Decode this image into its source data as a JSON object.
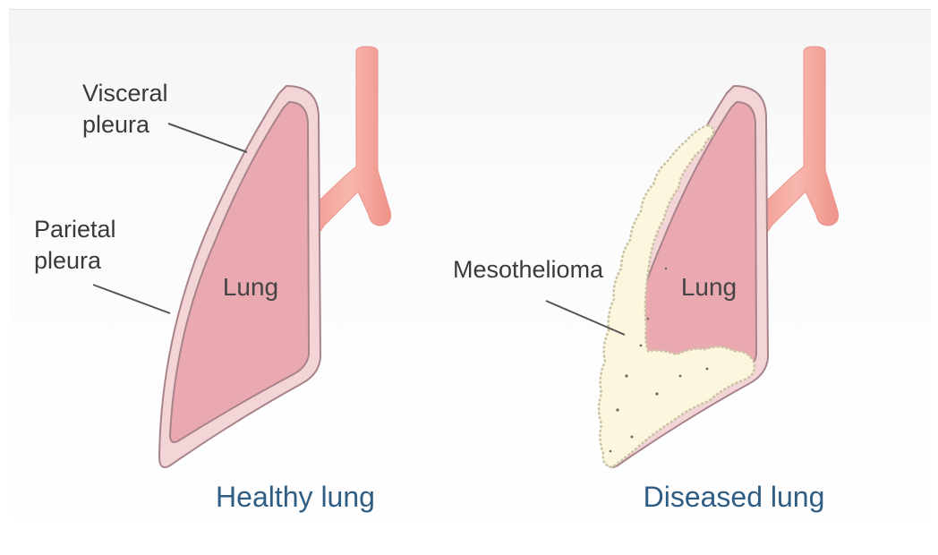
{
  "healthy": {
    "visceral_line1": "Visceral",
    "visceral_line2": "pleura",
    "parietal_line1": "Parietal",
    "parietal_line2": "pleura",
    "lung_label": "Lung",
    "caption": "Healthy lung"
  },
  "diseased": {
    "tumor_label": "Mesothelioma",
    "lung_label": "Lung",
    "caption": "Diseased lung"
  },
  "colors": {
    "pleura_outer": "#f3d4d7",
    "pleura_stroke": "#a8848a",
    "lung_fill": "#eaa9b1",
    "trachea": "#f2a79e",
    "tumor": "#fbf6dd",
    "caption": "#2f5d84"
  }
}
